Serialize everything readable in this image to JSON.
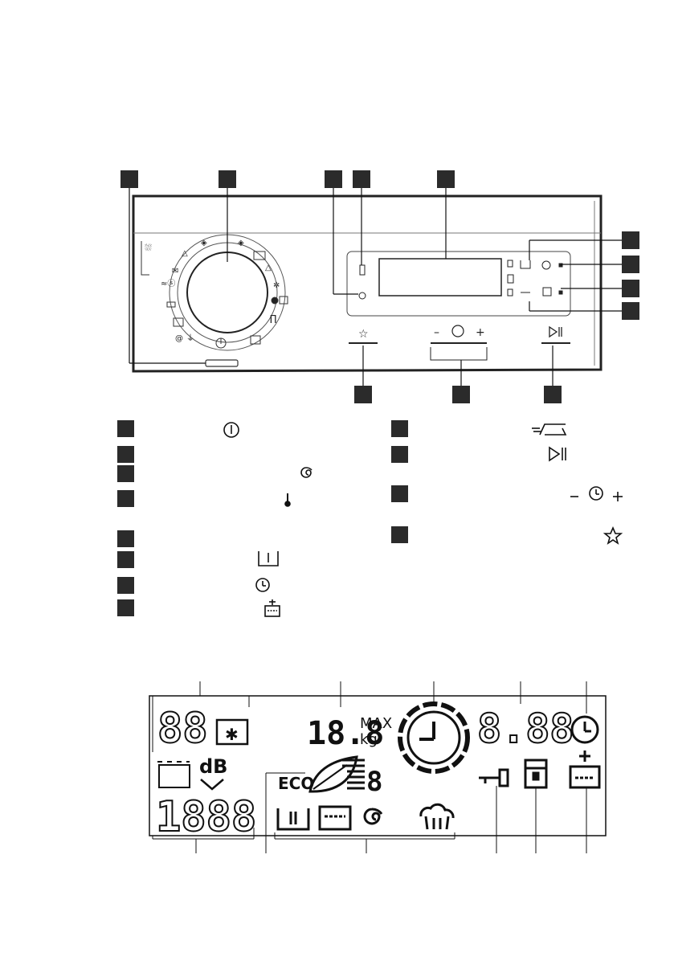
{
  "panel": {
    "lcd": {
      "temp_digits": "88",
      "weight_digits": "18.8",
      "max_label": "MAX",
      "kg_label": "kg",
      "time_digits": "8.88",
      "db_label": "dB",
      "spin_digits": "1888",
      "eco_label": "ECO",
      "eco_digit": "8"
    },
    "button_icons": {
      "favourite": "☆",
      "time_minus": "–",
      "time_plus": "+"
    }
  },
  "legend": {
    "on_off_icon": "power-icon",
    "spin_icon": "spin-spiral-icon",
    "temperature_icon": "thermometer-icon",
    "prewash_icon": "prewash-icon",
    "delay_start_icon": "delay-start-icon",
    "extra_rinse_icon": "extra-rinse-icon",
    "easy_iron_icon": "easy-iron-icon",
    "start_pause_icon": "start-pause-icon",
    "time_manager_icon": "time-manager-icon",
    "time_manager_minus": "–",
    "time_manager_plus": "+",
    "favourite_icon": "☆"
  }
}
